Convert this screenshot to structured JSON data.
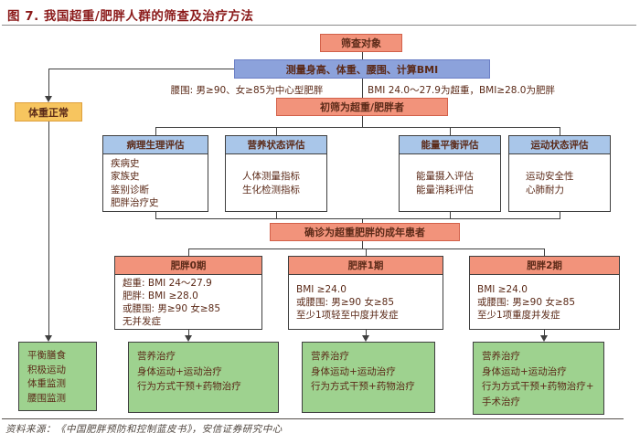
{
  "title": "图 7. 我国超重/肥胖人群的筛查及治疗方法",
  "source": "资料来源：《中国肥胖预防和控制蓝皮书》，安信证券研究中心",
  "colors": {
    "salmon": "#F2937B",
    "salmon-border": "#D2614A",
    "blue": "#8CA2DB",
    "blue-border": "#6B7FC5",
    "header-blue": "#A9C6E9",
    "amber": "#F7C55F",
    "amber-border": "#DE9F3C",
    "green": "#9ED28F",
    "line": "#3F3F3F",
    "title-red": "#8B1A1A",
    "text": "#5B2A18"
  },
  "flow": {
    "screening_target": "筛查对象",
    "measure": "测量身高、体重、腰围、计算BMI",
    "criteria_left": "腰围: 男≥90、女≥85为中心型肥胖",
    "criteria_right": "BMI 24.0～27.9为超重，BMI≥28.0为肥胖",
    "initial_screen": "初筛为超重/肥胖者",
    "normal_weight": "体重正常",
    "normal_plan": [
      "平衡膳食",
      "积极运动",
      "体重监测",
      "腰围监测"
    ],
    "assessments": [
      {
        "title": "病理生理评估",
        "items": [
          "疾病史",
          "家族史",
          "鉴别诊断",
          "肥胖治疗史"
        ]
      },
      {
        "title": "营养状态评估",
        "items": [
          "人体测量指标",
          "生化检测指标"
        ]
      },
      {
        "title": "能量平衡评估",
        "items": [
          "能量摄入评估",
          "能量消耗评估"
        ]
      },
      {
        "title": "运动状态评估",
        "items": [
          "运动安全性",
          "心肺耐力"
        ]
      }
    ],
    "diagnosis": "确诊为超重肥胖的成年患者",
    "stages": [
      {
        "title": "肥胖0期",
        "criteria": [
          "超重: BMI 24～27.9",
          "肥胖: BMI ≥28.0",
          "或腰围: 男≥90 女≥85",
          "无并发症"
        ],
        "treatment": [
          "营养治疗",
          "身体运动+运动治疗",
          "行为方式干预+药物治疗"
        ]
      },
      {
        "title": "肥胖1期",
        "criteria": [
          "BMI ≥24.0",
          "或腰围: 男≥90 女≥85",
          "至少1项轻至中度并发症"
        ],
        "treatment": [
          "营养治疗",
          "身体运动+运动治疗",
          "行为方式干预+药物治疗"
        ]
      },
      {
        "title": "肥胖2期",
        "criteria": [
          "BMI ≥24.0",
          "或腰围: 男≥90 女≥85",
          "至少1项重度并发症"
        ],
        "treatment": [
          "营养治疗",
          "身体运动+运动治疗",
          "行为方式干预+药物治疗+",
          "手术治疗"
        ]
      }
    ]
  }
}
